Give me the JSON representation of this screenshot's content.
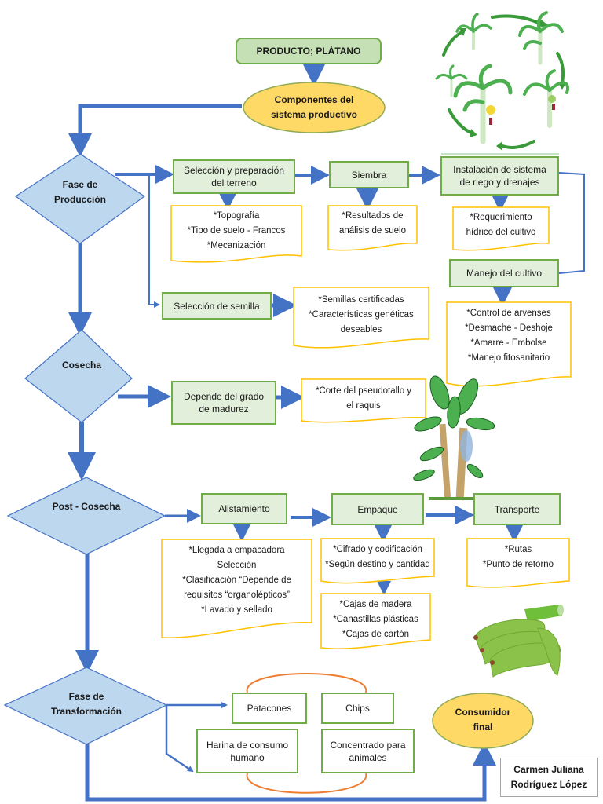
{
  "colors": {
    "arrow": "#4472c4",
    "diamond_fill": "#bdd7ee",
    "diamond_stroke": "#4472c4",
    "ellipse_fill": "#ffd966",
    "ellipse_stroke": "#8faa54",
    "process_fill": "#e2efda",
    "process_stroke": "#70ad47",
    "note_stroke": "#ffc000",
    "loop_stroke": "#ed7d31"
  },
  "title_box": "PRODUCTO; PLÁTANO",
  "components": "Componentes del\nsistema productivo",
  "phases": {
    "produccion": "Fase de\nProducción",
    "cosecha": "Cosecha",
    "post_cosecha": "Post - Cosecha",
    "transformacion": "Fase de\nTransformación"
  },
  "produccion": {
    "seleccion_terreno": "Selección y preparación\ndel terreno",
    "siembra": "Siembra",
    "instalacion_riego": "Instalación de sistema\nde riego y drenajes",
    "manejo_cultivo": "Manejo del cultivo",
    "seleccion_semilla": "Selección de semilla",
    "note_terreno": "*Topografía\n*Tipo de suelo - Francos\n*Mecanización",
    "note_siembra": "*Resultados de\nanálisis de suelo",
    "note_riego": "*Requerimiento\nhídrico del cultivo",
    "note_manejo": "*Control de arvenses\n*Desmache - Deshoje\n*Amarre - Embolse\n*Manejo fitosanitario",
    "note_semilla": "*Semillas certificadas\n*Características genéticas\ndeseables"
  },
  "cosecha": {
    "grado_madurez": "Depende del grado\nde madurez",
    "note_corte": "*Corte del pseudotallo y\nel raquis"
  },
  "post_cosecha": {
    "alistamiento": "Alistamiento",
    "empaque": "Empaque",
    "transporte": "Transporte",
    "note_alistamiento": "*Llegada a empacadora\nSelección\n*Clasificación “Depende de\nrequisitos “organolépticos”\n*Lavado y sellado",
    "note_empaque": "*Cifrado y codificación\n*Según destino y cantidad",
    "note_empaque_cajas": "*Cajas de madera\n*Canastillas plásticas\n*Cajas de cartón",
    "note_transporte": "*Rutas\n*Punto de retorno"
  },
  "transformacion": {
    "patacones": "Patacones",
    "chips": "Chips",
    "harina": "Harina de consumo\nhumano",
    "concentrado": "Concentrado para\nanimales"
  },
  "consumidor_final": "Consumidor\nfinal",
  "author": "Carmen Juliana\nRodríguez López",
  "images": {
    "life_cycle": "banana-plant-life-cycle-illustration",
    "banana_tree": "banana-tree-illustration",
    "banana_bunch": "green-banana-bunch-illustration"
  }
}
